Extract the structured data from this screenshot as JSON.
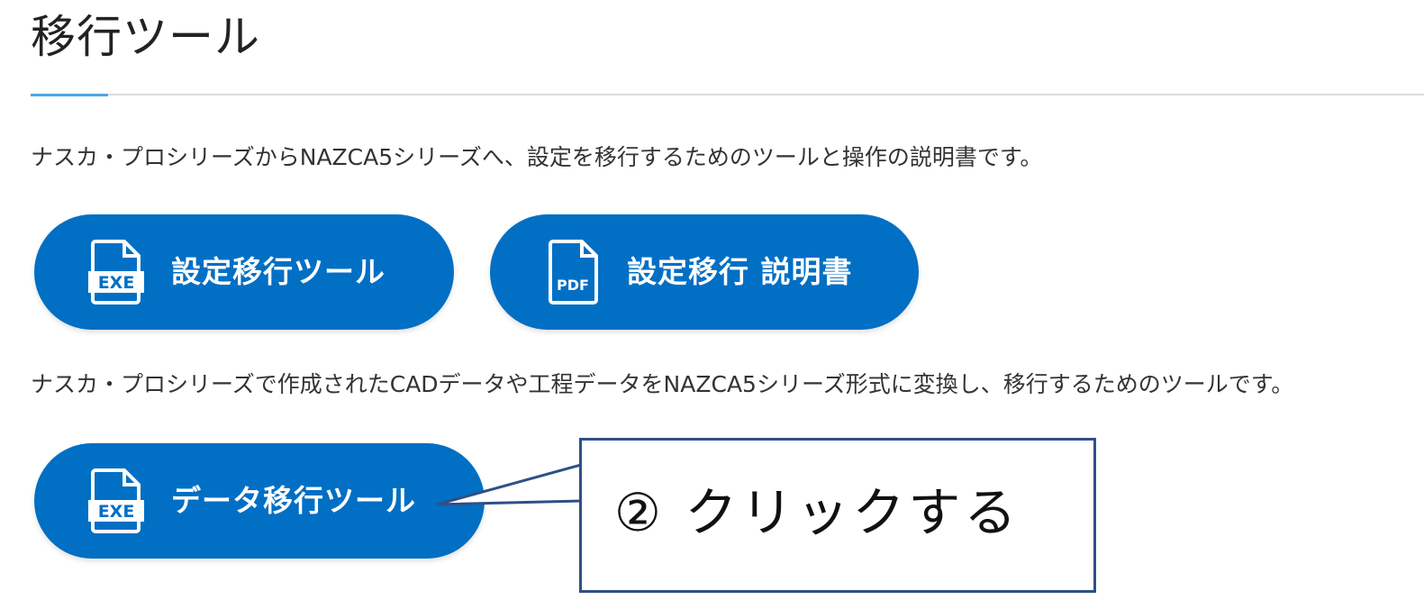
{
  "header": {
    "title": "移行ツール"
  },
  "sections": [
    {
      "description": "ナスカ・プロシリーズからNAZCA5シリーズへ、設定を移行するためのツールと操作の説明書です。",
      "buttons": [
        {
          "label": "設定移行ツール",
          "icon": "exe-file-icon",
          "icon_text": "EXE"
        },
        {
          "label": "設定移行 説明書",
          "icon": "pdf-file-icon",
          "icon_text": "PDF"
        }
      ]
    },
    {
      "description": "ナスカ・プロシリーズで作成されたCADデータや工程データをNAZCA5シリーズ形式に変換し、移行するためのツールです。",
      "buttons": [
        {
          "label": "データ移行ツール",
          "icon": "exe-file-icon",
          "icon_text": "EXE"
        }
      ]
    }
  ],
  "callout": {
    "text": "② クリックする"
  },
  "colors": {
    "button_blue": "#006fc4",
    "accent_line": "#4aa8e0",
    "callout_border": "#2f4f86"
  }
}
